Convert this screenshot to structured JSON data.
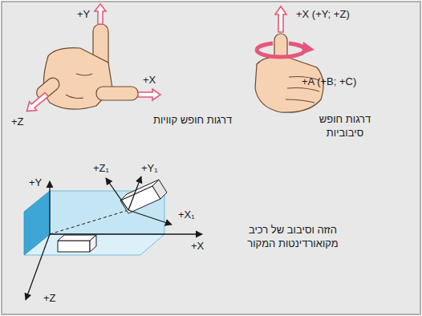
{
  "diagram": {
    "labels": [
      "+Y",
      "+X",
      "+Z",
      "דרגות חופש קוויות",
      "+X (+Y; +Z)",
      "+A (+B; +C)",
      "דרגות חופש סיבוביות",
      "+Y",
      "+Z₁",
      "+Y₁",
      "+X₁",
      "+X",
      "+Z",
      "הזזה וסיבוב של רכיב מקואורדינטות המקור"
    ]
  }
}
